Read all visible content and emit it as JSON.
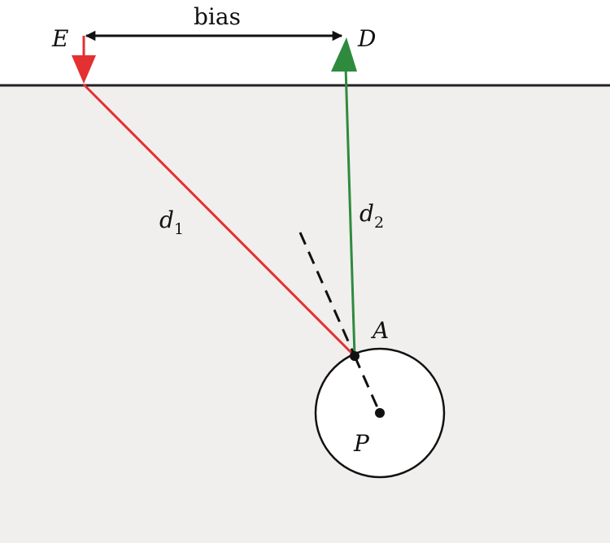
{
  "labels": {
    "E": "E",
    "D": "D",
    "bias": "bias",
    "d1_base": "d",
    "d1_sub": "1",
    "d2_base": "d",
    "d2_sub": "2",
    "A": "A",
    "P": "P"
  },
  "colors": {
    "background": "#ffffff",
    "ground": "#f1eeee",
    "surface_line": "#222222",
    "red_path": "#e43030",
    "green_path": "#2e8b3e",
    "bias_arrow": "#111111",
    "circle_fill": "#ffffff",
    "circle_stroke": "#111111",
    "dashed_line": "#111111"
  }
}
